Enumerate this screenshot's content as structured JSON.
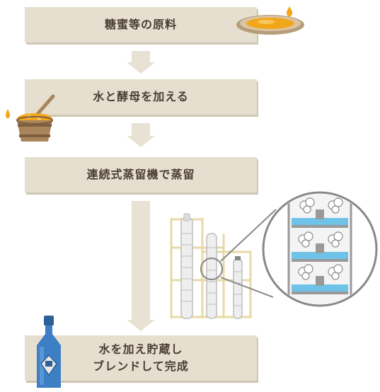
{
  "steps": [
    {
      "label": "糖蜜等の原料"
    },
    {
      "label": "水と酵母を加える"
    },
    {
      "label": "連続式蒸留機で蒸留"
    },
    {
      "label_line1": "水を加え貯蔵し",
      "label_line2": "ブレンドして完成"
    }
  ],
  "icons": [
    "molasses-bowl-icon",
    "yeast-tub-icon",
    "continuous-still-icon",
    "gin-bottle-icon"
  ],
  "colors": {
    "box": "#e6dfcf",
    "box_shadow": "#cfc6b3",
    "arrow": "#e8e2d4",
    "text": "#4a3e33",
    "accent_orange": "#f2a71b",
    "steam_blue": "#6fc3e8",
    "bottle_blue": "#3d7fc4"
  }
}
